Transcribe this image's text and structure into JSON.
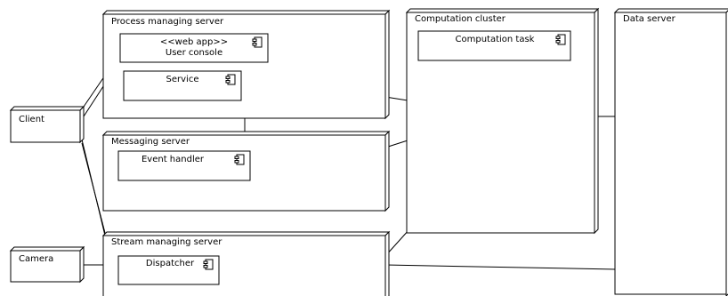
{
  "diagram": {
    "nodes": {
      "client": {
        "title": "Client"
      },
      "camera": {
        "title": "Camera"
      },
      "process_server": {
        "title": "Process managing server"
      },
      "messaging_server": {
        "title": "Messaging server"
      },
      "stream_server": {
        "title": "Stream managing server"
      },
      "computation_cluster": {
        "title": "Computation cluster"
      },
      "data_server": {
        "title": "Data server"
      }
    },
    "components": {
      "user_console": {
        "stereotype": "<<web app>>",
        "name": "User console"
      },
      "service": {
        "name": "Service"
      },
      "event_handler": {
        "name": "Event handler"
      },
      "dispatcher": {
        "name": "Dispatcher"
      },
      "computation_task": {
        "name": "Computation task"
      }
    }
  }
}
